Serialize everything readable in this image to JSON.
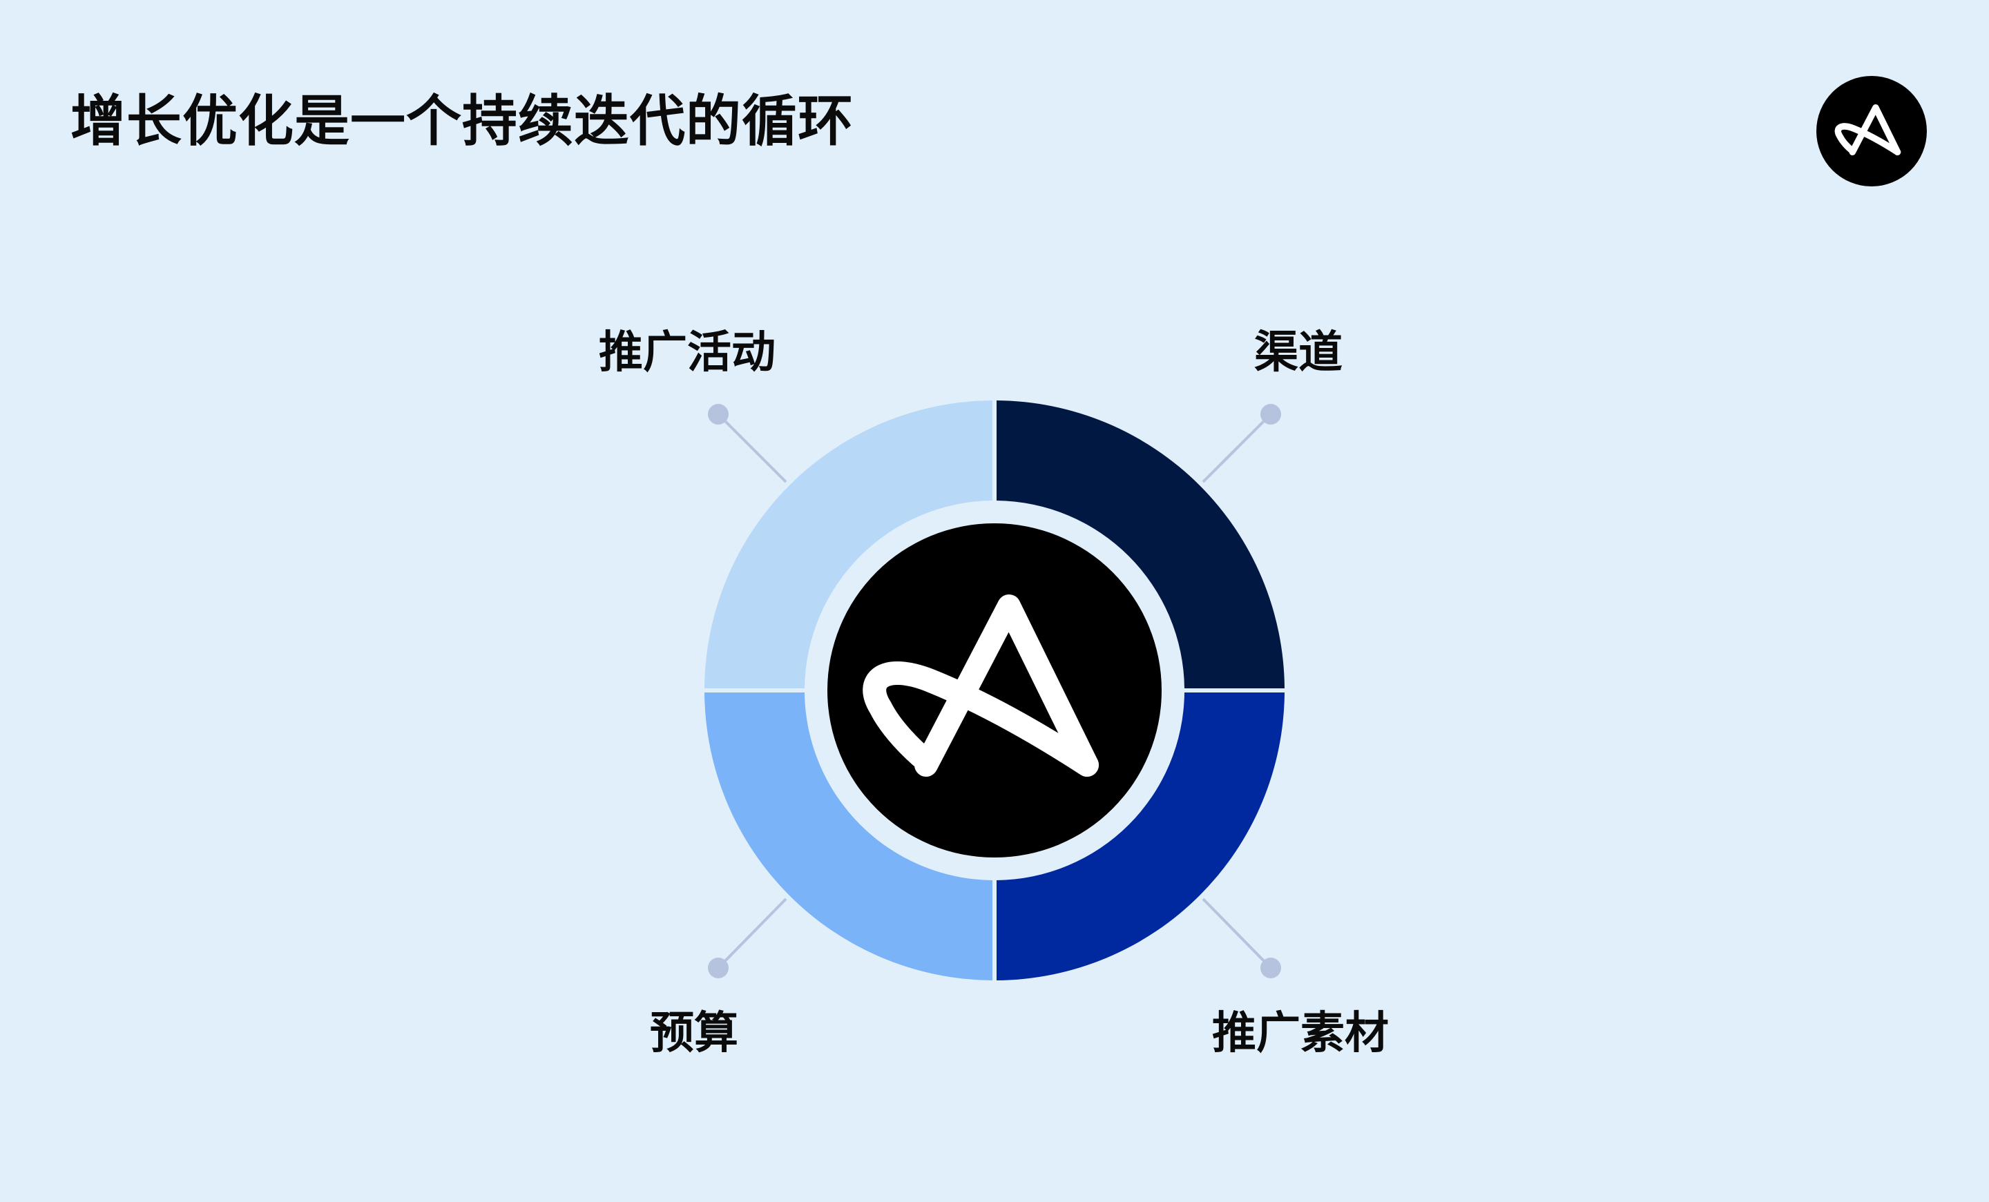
{
  "title": "增长优化是一个持续迭代的循环",
  "brand_icon": "brand-a-logo-icon",
  "colors": {
    "background": "#E1EFFB",
    "segment_top_left": "#B8D8F8",
    "segment_top_right": "#011843",
    "segment_bottom_right": "#0029A0",
    "segment_bottom_left": "#7AB3F7",
    "center": "#000000",
    "connector": "#B6C3DE"
  },
  "segments": [
    {
      "label": "推广活动",
      "position": "top-left"
    },
    {
      "label": "渠道",
      "position": "top-right"
    },
    {
      "label": "推广素材",
      "position": "bottom-right"
    },
    {
      "label": "预算",
      "position": "bottom-left"
    }
  ]
}
